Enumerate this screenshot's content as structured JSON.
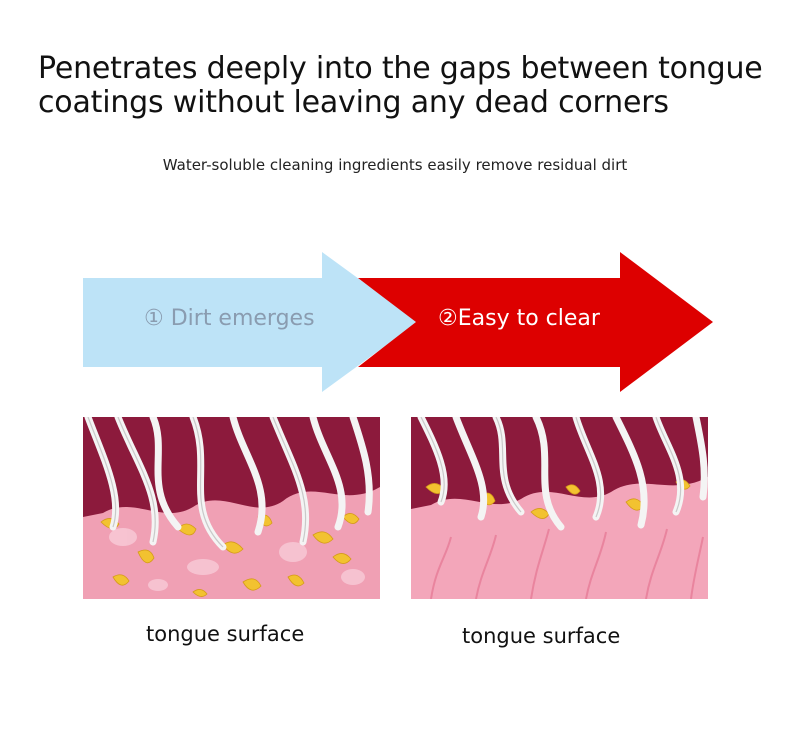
{
  "headline": {
    "line1": "Penetrates deeply into the gaps between tongue",
    "line2": "coatings without leaving any dead corners"
  },
  "subline": "Water-soluble cleaning ingredients easily remove residual dirt",
  "steps": [
    {
      "label": "① Dirt emerges",
      "color": "#bde3f7",
      "text_color": "#8a9cb0"
    },
    {
      "label": "②Easy to clear",
      "color": "#dd0000",
      "text_color": "#ffffff"
    }
  ],
  "panels": [
    {
      "caption": "tongue surface"
    },
    {
      "caption": "tongue surface"
    }
  ],
  "colors": {
    "tongue_pink": "#f0a0b4",
    "tissue_dark": "#8c1a3c",
    "fiber_white": "#f4f4f4",
    "dirt_yellow": "#f2c230"
  }
}
